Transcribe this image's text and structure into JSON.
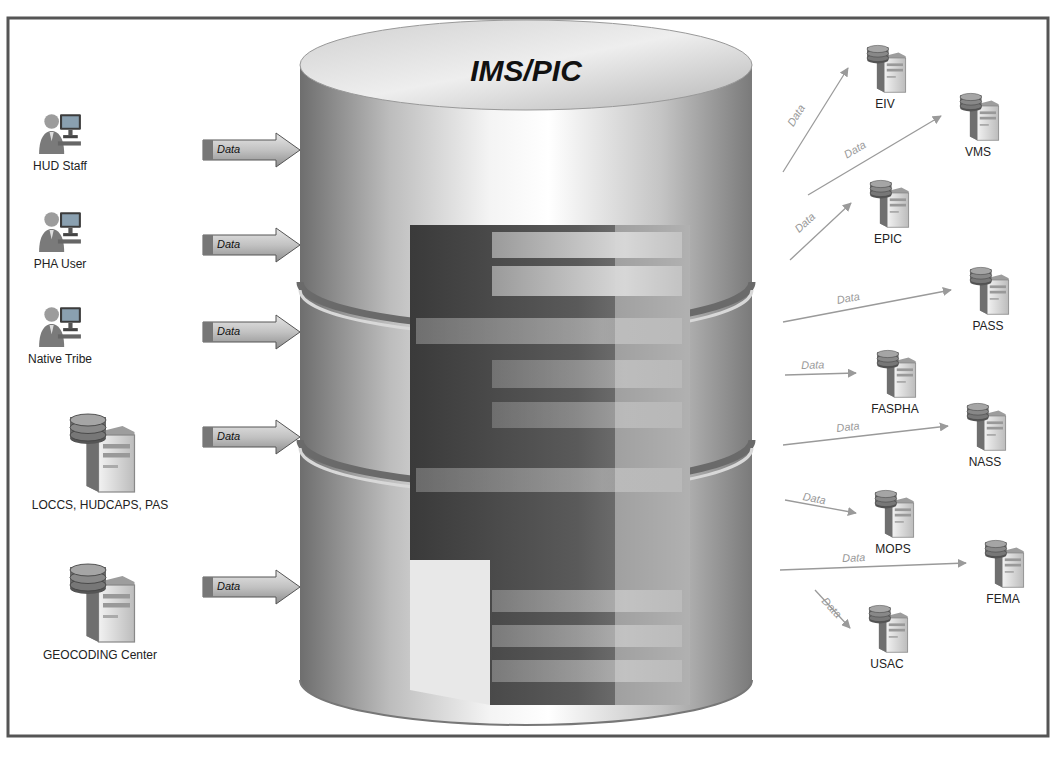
{
  "diagram": {
    "nodes": [
      {
        "text": [
          "HUD Staff"
        ]
      },
      {
        "text": [
          "PHA User"
        ]
      },
      {
        "text": [
          "Native Tribe"
        ]
      },
      {
        "text": [
          "LOCCS, HUDCAPS, PAS"
        ]
      },
      {
        "text": [
          "GEOCODING Center"
        ]
      },
      {
        "text": [
          "IMS/PIC"
        ]
      },
      {
        "text": [
          "EIV"
        ]
      },
      {
        "text": [
          "VMS"
        ]
      },
      {
        "text": [
          "EPIC"
        ]
      },
      {
        "text": [
          "PASS"
        ]
      },
      {
        "text": [
          "FASPHA"
        ]
      },
      {
        "text": [
          "NASS"
        ]
      },
      {
        "text": [
          "MOPS"
        ]
      },
      {
        "text": [
          "FEMA"
        ]
      },
      {
        "text": [
          "USAC"
        ]
      }
    ],
    "edges": [
      {
        "from": 0,
        "to": 5,
        "label": "Data",
        "arrow": "to"
      },
      {
        "from": 1,
        "to": 5,
        "label": "Data",
        "arrow": "to"
      },
      {
        "from": 2,
        "to": 5,
        "label": "Data",
        "arrow": "to"
      },
      {
        "from": 3,
        "to": 5,
        "label": "Data",
        "arrow": "to"
      },
      {
        "from": 4,
        "to": 5,
        "label": "Data",
        "arrow": "to"
      },
      {
        "from": 5,
        "to": 6,
        "label": "Data",
        "arrow": "to"
      },
      {
        "from": 5,
        "to": 7,
        "label": "Data",
        "arrow": "to"
      },
      {
        "from": 5,
        "to": 8,
        "label": "Data",
        "arrow": "to"
      },
      {
        "from": 5,
        "to": 9,
        "label": "Data",
        "arrow": "to"
      },
      {
        "from": 5,
        "to": 10,
        "label": "Data",
        "arrow": "to"
      },
      {
        "from": 5,
        "to": 11,
        "label": "Data",
        "arrow": "to"
      },
      {
        "from": 5,
        "to": 12,
        "label": "Data",
        "arrow": "to"
      },
      {
        "from": 5,
        "to": 13,
        "label": "Data",
        "arrow": "to"
      },
      {
        "from": 5,
        "to": 14,
        "label": "Data",
        "arrow": "to"
      }
    ]
  }
}
